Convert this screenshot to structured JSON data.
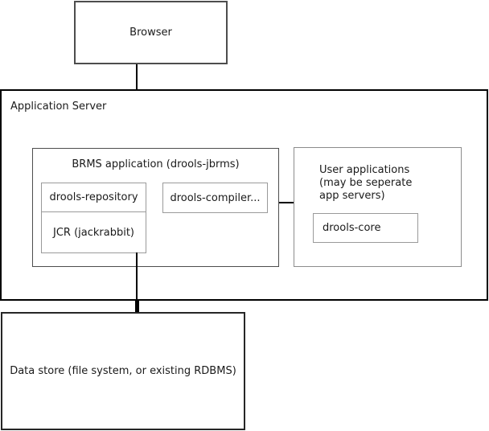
{
  "nodes": {
    "browser": "Browser",
    "app_server": "Application Server",
    "brms_title": "BRMS application (drools-jbrms)",
    "drools_repository": "drools-repository",
    "jcr": "JCR (jackrabbit)",
    "drools_compiler": "drools-compiler...",
    "user_apps_line1": "User applications",
    "user_apps_line2": "(may be seperate",
    "user_apps_line3": "app servers)",
    "drools_core": "drools-core",
    "data_store": "Data store (file system, or existing RDBMS)"
  },
  "colors": {
    "outer_border": "#000000",
    "primary_border": "#4d4d4d",
    "inner_border": "#9a9a9a",
    "background": "#ffffff",
    "text": "#1a1a1a"
  }
}
